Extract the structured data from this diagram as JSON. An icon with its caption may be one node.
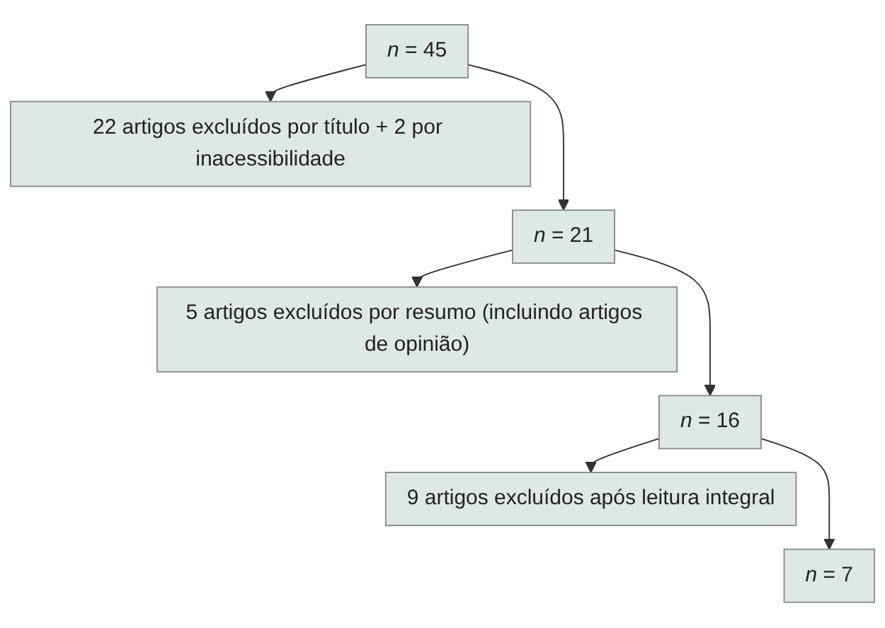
{
  "diagram": {
    "nodes": [
      {
        "text": [
          "*n* = 45"
        ]
      },
      {
        "text": [
          "22 artigos excluídos por título + 2 por inacessibilidade"
        ]
      },
      {
        "text": [
          "*n* = 21"
        ]
      },
      {
        "text": [
          "5 artigos excluídos por resumo (incluindo artigos de opinião)"
        ]
      },
      {
        "text": [
          "*n* = 16"
        ]
      },
      {
        "text": [
          "9 artigos excluídos após leitura integral"
        ]
      },
      {
        "text": [
          "*n* = 7"
        ]
      }
    ],
    "edges": [
      {
        "from": 0,
        "to": 2,
        "arrow": "to"
      },
      {
        "from": 0,
        "to": 1,
        "arrow": "to"
      },
      {
        "from": 2,
        "to": 4,
        "arrow": "to"
      },
      {
        "from": 2,
        "to": 3,
        "arrow": "to"
      },
      {
        "from": 4,
        "to": 6,
        "arrow": "to"
      },
      {
        "from": 4,
        "to": 5,
        "arrow": "to"
      }
    ]
  }
}
